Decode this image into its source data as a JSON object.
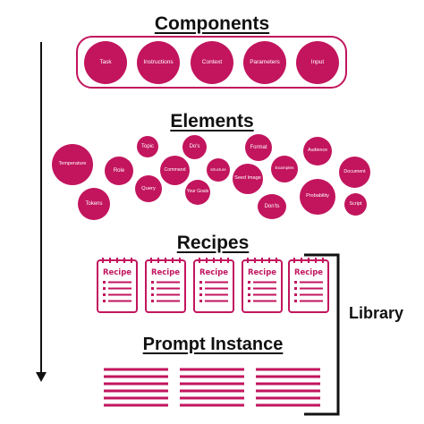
{
  "headings": {
    "components": "Components",
    "elements": "Elements",
    "recipes": "Recipes",
    "prompt_instance": "Prompt Instance",
    "library": "Library"
  },
  "components": [
    "Task",
    "Instructions",
    "Context",
    "Parameters",
    "Input"
  ],
  "elements": [
    "Temperature",
    "Role",
    "Tokens",
    "Topic",
    "Command",
    "Query",
    "Do's",
    "structure",
    "Your Goals",
    "Format",
    "Seed Image",
    "Don'ts",
    "Examples",
    "Audience",
    "Probability",
    "Document",
    "Script"
  ],
  "recipe_card_title": "Recipe",
  "colors": {
    "accent": "#c2155e",
    "text": "#111111",
    "background": "#ffffff"
  }
}
